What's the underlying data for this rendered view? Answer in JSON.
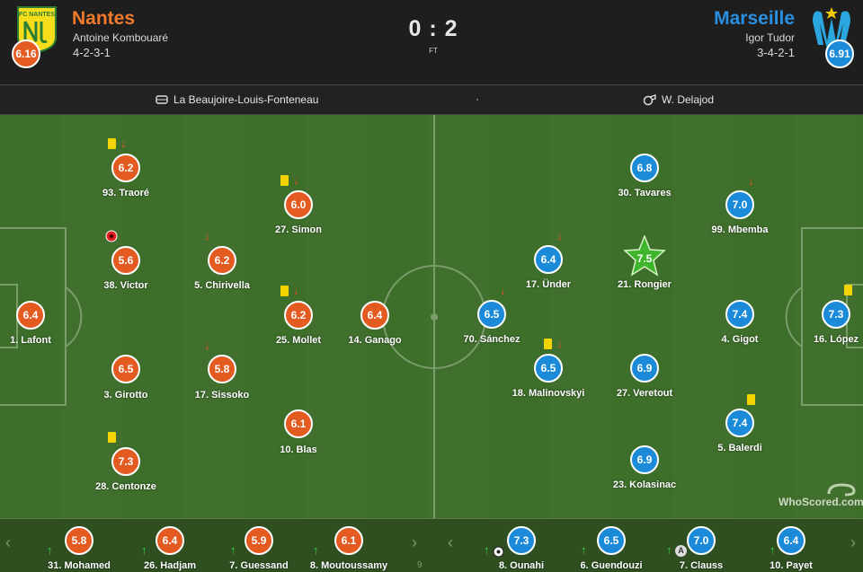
{
  "match": {
    "score": "0 : 2",
    "status": "FT"
  },
  "home": {
    "crest_text": "FC NANTES",
    "name": "Nantes",
    "manager": "Antoine Kombouaré",
    "formation": "4-2-3-1",
    "rating": "6.16",
    "color": "#e35b21"
  },
  "away": {
    "name": "Marseille",
    "manager": "Igor Tudor",
    "formation": "3-4-2-1",
    "rating": "6.91",
    "color": "#1b8ad8"
  },
  "info": {
    "venue": "La Beaujoire-Louis-Fonteneau",
    "separator": "·",
    "referee": "W. Delajod"
  },
  "home_players": [
    {
      "rating": "6.2",
      "name": "93. Traoré",
      "yellow": true,
      "subbed": true
    },
    {
      "rating": "6.0",
      "name": "27. Simon",
      "yellow": true,
      "subbed": true
    },
    {
      "rating": "5.6",
      "name": "38. Victor",
      "goal": true
    },
    {
      "rating": "6.2",
      "name": "5. Chirivella",
      "subbed": true
    },
    {
      "rating": "6.4",
      "name": "1. Lafont"
    },
    {
      "rating": "6.2",
      "name": "25. Mollet",
      "yellow": true,
      "subbed": true
    },
    {
      "rating": "6.4",
      "name": "14. Ganago"
    },
    {
      "rating": "6.5",
      "name": "3. Girotto"
    },
    {
      "rating": "5.8",
      "name": "17. Sissoko",
      "subbed": true
    },
    {
      "rating": "6.1",
      "name": "10. Blas"
    },
    {
      "rating": "7.3",
      "name": "28. Centonze",
      "yellow": true
    }
  ],
  "away_players": [
    {
      "rating": "6.8",
      "name": "30. Tavares"
    },
    {
      "rating": "7.0",
      "name": "99. Mbemba",
      "subbed": true
    },
    {
      "rating": "6.4",
      "name": "17. Ünder",
      "subbed": true
    },
    {
      "rating": "7.5",
      "name": "21. Rongier",
      "motm": true
    },
    {
      "rating": "6.5",
      "name": "70. Sánchez",
      "subbed": true
    },
    {
      "rating": "7.4",
      "name": "4. Gigot"
    },
    {
      "rating": "7.3",
      "name": "16. López",
      "yellow": true
    },
    {
      "rating": "6.5",
      "name": "18. Malinovskyi",
      "yellow": true,
      "subbed": true
    },
    {
      "rating": "6.9",
      "name": "27. Veretout"
    },
    {
      "rating": "7.4",
      "name": "5. Balerdi",
      "yellow": true
    },
    {
      "rating": "6.9",
      "name": "23. Kolasinac"
    }
  ],
  "home_subs": [
    {
      "rating": "5.8",
      "name": "31. Mohamed"
    },
    {
      "rating": "6.4",
      "name": "26. Hadjam"
    },
    {
      "rating": "5.9",
      "name": "7. Guessand"
    },
    {
      "rating": "6.1",
      "name": "8. Moutoussamy"
    }
  ],
  "home_subs_more": "9",
  "away_subs": [
    {
      "rating": "7.3",
      "name": "8. Ounahi"
    },
    {
      "rating": "6.5",
      "name": "6. Guendouzi"
    },
    {
      "rating": "7.0",
      "name": "7. Clauss",
      "assist_badge": "A"
    },
    {
      "rating": "6.4",
      "name": "10. Payet"
    }
  ],
  "nav": {
    "prev": "‹",
    "next": "›"
  },
  "watermark": "WhoScored.com"
}
